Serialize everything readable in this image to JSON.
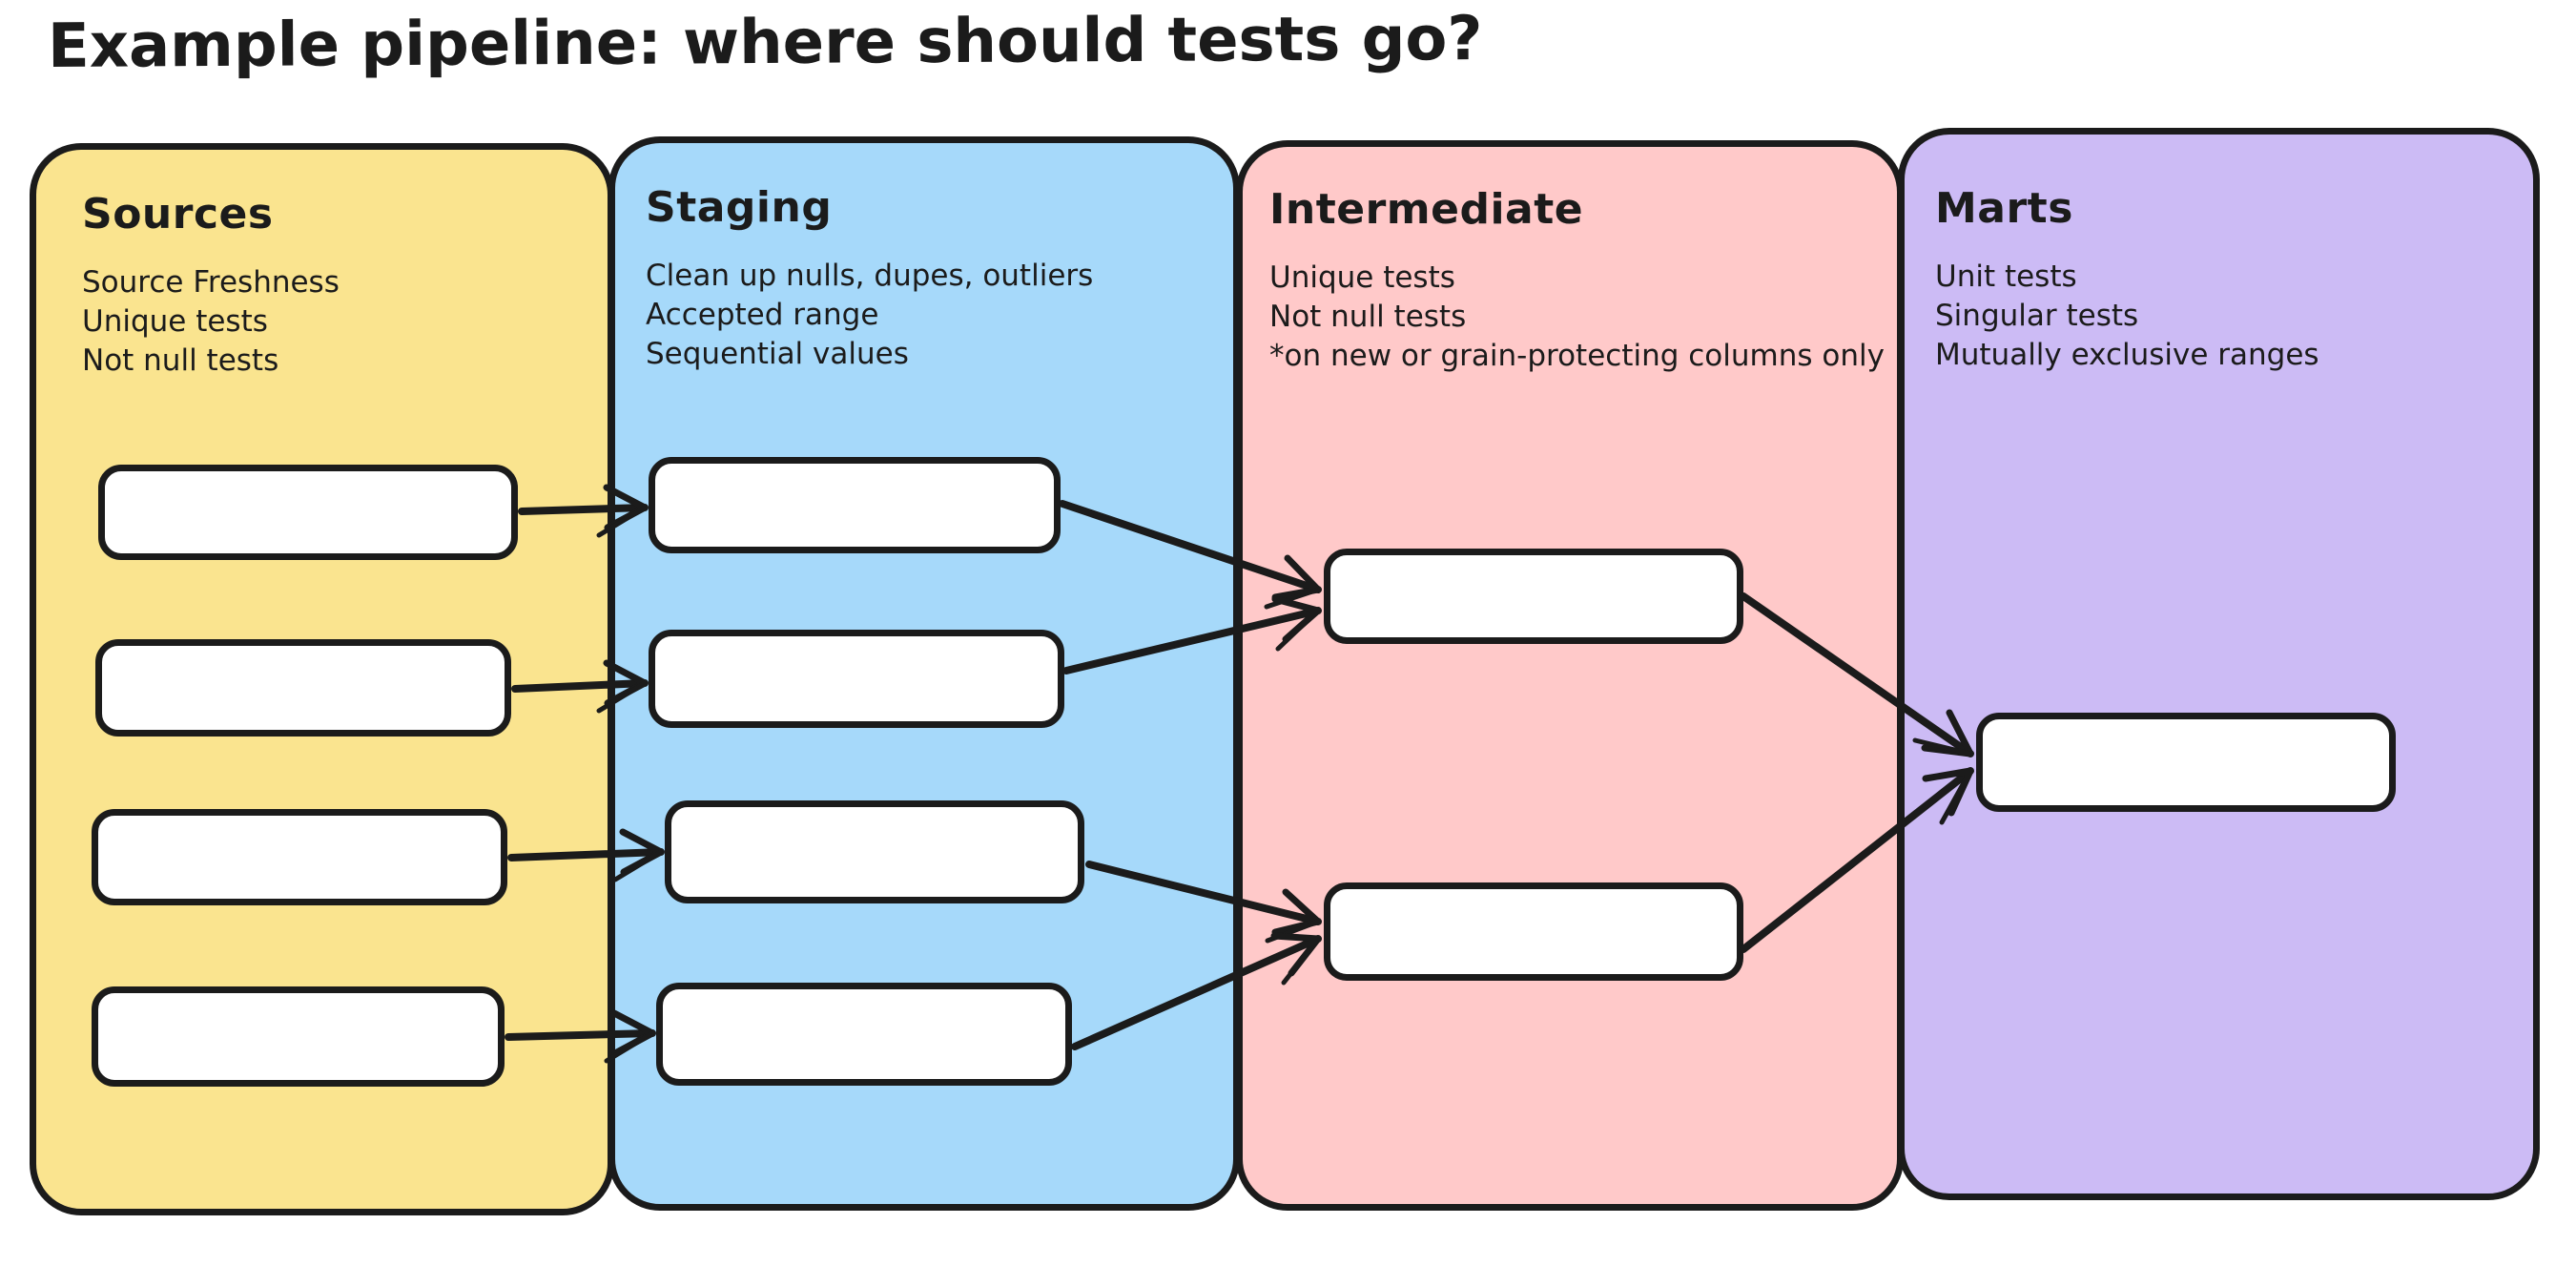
{
  "title": "Example pipeline: where should tests go?",
  "columns": [
    {
      "id": "sources",
      "label": "Sources",
      "notes": [
        "Source Freshness",
        "Unique tests",
        "Not null tests"
      ],
      "node_count": 4
    },
    {
      "id": "staging",
      "label": "Staging",
      "notes": [
        "Clean up nulls, dupes, outliers",
        "Accepted range",
        "Sequential values"
      ],
      "node_count": 4
    },
    {
      "id": "intermediate",
      "label": "Intermediate",
      "notes": [
        "Unique tests",
        "Not null tests",
        "*on new or grain-protecting columns only"
      ],
      "node_count": 2
    },
    {
      "id": "marts",
      "label": "Marts",
      "notes": [
        "Unit tests",
        "Singular tests",
        "Mutually exclusive ranges"
      ],
      "node_count": 1
    }
  ],
  "edges": [
    {
      "from": "sources-node-1",
      "to": "staging-node-1"
    },
    {
      "from": "sources-node-2",
      "to": "staging-node-2"
    },
    {
      "from": "sources-node-3",
      "to": "staging-node-3"
    },
    {
      "from": "sources-node-4",
      "to": "staging-node-4"
    },
    {
      "from": "staging-node-1",
      "to": "intermediate-node-1"
    },
    {
      "from": "staging-node-2",
      "to": "intermediate-node-1"
    },
    {
      "from": "staging-node-3",
      "to": "intermediate-node-2"
    },
    {
      "from": "staging-node-4",
      "to": "intermediate-node-2"
    },
    {
      "from": "intermediate-node-1",
      "to": "marts-node-1"
    },
    {
      "from": "intermediate-node-2",
      "to": "marts-node-1"
    }
  ],
  "colors": {
    "canvas_background": "#ffffff",
    "stroke": "#1b1b1b",
    "node_fill": "#ffffff",
    "sources_fill": "#FAE48F",
    "staging_fill": "#A6D9FA",
    "intermediate_fill": "#FFC9C9",
    "marts_fill": "#CCBBF5"
  }
}
